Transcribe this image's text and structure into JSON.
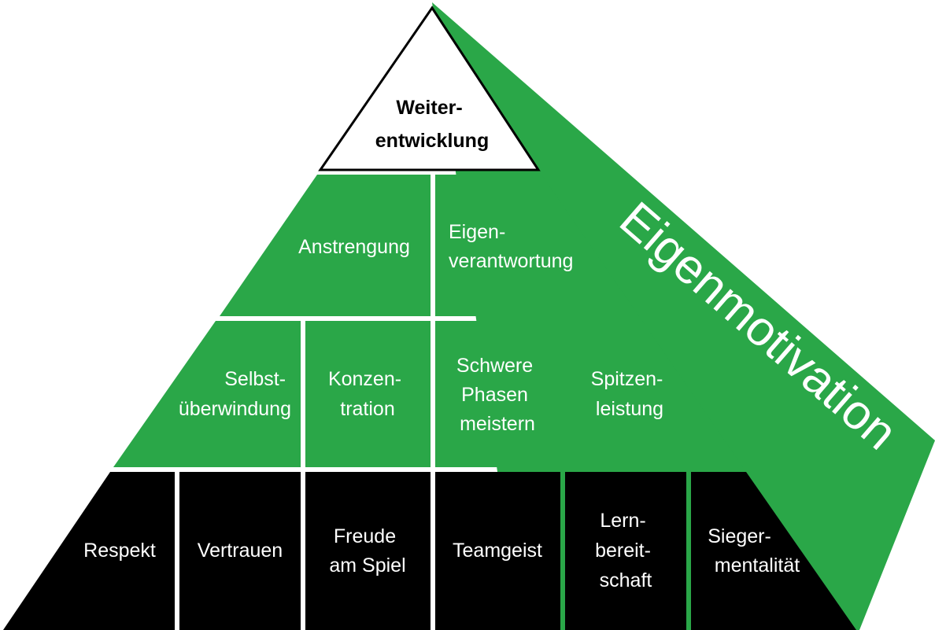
{
  "colors": {
    "green": "#2aa748",
    "black": "#000000",
    "white": "#ffffff"
  },
  "wedge": {
    "label": "Eigenmotivation"
  },
  "top": {
    "line1": "Weiter-",
    "line2": "entwicklung"
  },
  "row2": [
    {
      "lines": [
        "Anstrengung"
      ]
    },
    {
      "lines": [
        "Eigen-",
        "verantwortung"
      ]
    }
  ],
  "row3": [
    {
      "lines": [
        "Selbst-",
        "überwindung"
      ]
    },
    {
      "lines": [
        "Konzen-",
        "tration"
      ]
    },
    {
      "lines": [
        "Schwere",
        "Phasen",
        "meistern"
      ]
    },
    {
      "lines": [
        "Spitzen-",
        "leistung"
      ]
    }
  ],
  "row4": [
    {
      "lines": [
        "Respekt"
      ]
    },
    {
      "lines": [
        "Vertrauen"
      ]
    },
    {
      "lines": [
        "Freude",
        "am Spiel"
      ]
    },
    {
      "lines": [
        "Teamgeist"
      ]
    },
    {
      "lines": [
        "Lern-",
        "bereit-",
        "schaft"
      ]
    },
    {
      "lines": [
        "Sieger-",
        "mentalität"
      ]
    }
  ]
}
